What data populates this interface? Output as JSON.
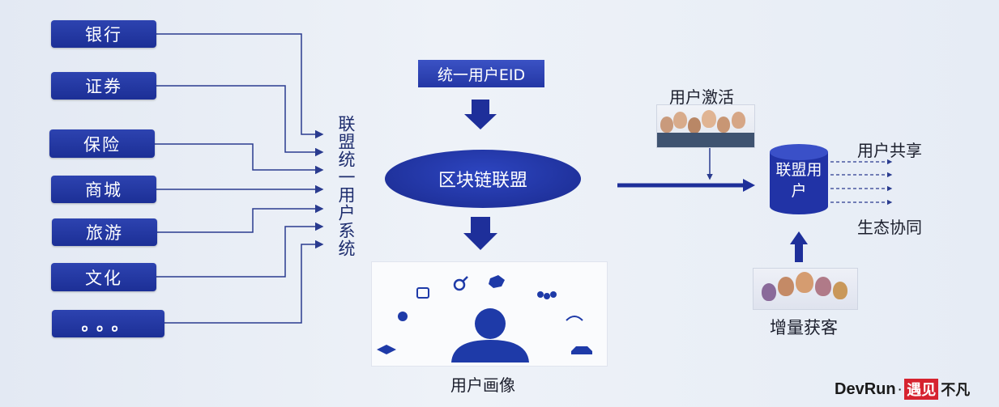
{
  "sources": [
    "银行",
    "证券",
    "保险",
    "商城",
    "旅游",
    "文化",
    "。。。"
  ],
  "alliance_system_label": "联盟统一用户系统",
  "eid_label": "统一用户EID",
  "blockchain_label": "区块链联盟",
  "portrait_label": "用户画像",
  "activation_label": "用户激活",
  "alliance_user_label": "联盟用户",
  "share_label": "用户共享",
  "ecology_label": "生态协同",
  "acquisition_label": "增量获客",
  "brand": {
    "name": "DevRun",
    "badge": "遇见",
    "suffix": "不凡",
    "accent": "#d6232f"
  },
  "colors": {
    "primary": "#2236a8",
    "text": "#1b1e2c"
  }
}
